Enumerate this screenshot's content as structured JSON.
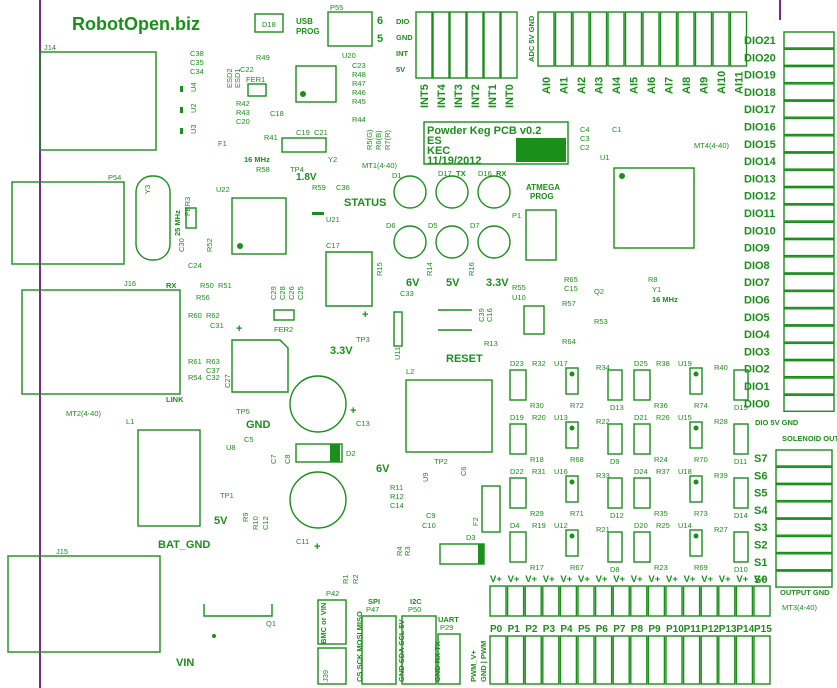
{
  "brand": "RobotOpen.biz",
  "board_title": [
    "Powder Keg PCB v0.2",
    "ES",
    "KEC",
    "11/19/2012"
  ],
  "colors": {
    "trace": "#1a8f1a",
    "edge": "#7a2a8a",
    "background": "#ffffff"
  },
  "dio_left": [
    "DIO21",
    "DIO20",
    "DIO19",
    "DIO18",
    "DIO17",
    "DIO16",
    "DIO15",
    "DIO14",
    "DIO13",
    "DIO12",
    "DIO11",
    "DIO10",
    "DIO9",
    "DIO8",
    "DIO7",
    "DIO6",
    "DIO5",
    "DIO4",
    "DIO3",
    "DIO2",
    "DIO1",
    "DIO0"
  ],
  "dio_footer": "DIO 5V GND",
  "solenoid": {
    "title": "SOLENOID OUTPUTS",
    "outputs": [
      "S7",
      "S6",
      "S5",
      "S4",
      "S3",
      "S2",
      "S1",
      "S0"
    ],
    "footer": "OUTPUT GND"
  },
  "analog": [
    "AI0",
    "AI1",
    "AI2",
    "AI3",
    "AI4",
    "AI5",
    "AI6",
    "AI7",
    "AI8",
    "AI9",
    "AI10",
    "AI11"
  ],
  "adc_header": "ADC 5V GND",
  "interrupts": [
    "INT5",
    "INT4",
    "INT3",
    "INT2",
    "INT1",
    "INT0"
  ],
  "int_header": [
    "DIO",
    "GND",
    "INT",
    "5V"
  ],
  "pwm_vplus": "V+",
  "pwm_ports": [
    "P0",
    "P1",
    "P2",
    "P3",
    "P4",
    "P5",
    "P6",
    "P7",
    "P8",
    "P9",
    "P10",
    "P11",
    "P12",
    "P13",
    "P14",
    "P15"
  ],
  "pwm_side": [
    "PWM_V+",
    "GND | PWM"
  ],
  "headers": {
    "spi": "SPI",
    "spi_ref": "P47",
    "spi_pins": "CS SCK MOSI MISO",
    "i2c": "I2C",
    "i2c_ref": "P50",
    "i2c_pins": "GND SDA SCL 5V",
    "uart": "UART",
    "uart_ref": "P29",
    "uart_pins": "GND RX TX",
    "bmc": "BMC or VIN",
    "bmc_ref": "P42",
    "j39": "J39"
  },
  "labels": {
    "status": "STATUS",
    "reset": "RESET",
    "gnd": "GND",
    "bat_gnd": "BAT_GND",
    "vin": "VIN",
    "v18": "1.8V",
    "v33a": "3.3V",
    "v33b": "3.3V",
    "v6a": "6V",
    "v6b": "6V",
    "v5a": "5V",
    "v5b": "5V",
    "rx": "RX",
    "tx": "TX",
    "link": "LINK",
    "usb_prog": [
      "USB",
      "PROG"
    ],
    "atmega_prog": [
      "ATMEGA",
      "PROG"
    ],
    "mhz16a": "16 MHz",
    "mhz16b": "16 MHz",
    "mhz25": "25 MHz"
  },
  "refs": {
    "J14": "J14",
    "J15": "J15",
    "J16": "J16",
    "P54": "P54",
    "P55": "P55",
    "U20": "U20",
    "U22": "U22",
    "U21": "U21",
    "U1": "U1",
    "U4": "U4",
    "U2": "U2",
    "U3": "U3",
    "D18": "D18",
    "MT4": "MT4(4-40)",
    "MT1": "MT1(4-40)",
    "MT2": "MT2(4-40)",
    "MT3": "MT3(4-40)",
    "L1": "L1",
    "L2": "L2",
    "TP1": "TP1",
    "TP2": "TP2",
    "TP3": "TP3",
    "TP4": "TP4",
    "TP5": "TP5",
    "C13": "C13",
    "C11": "C11",
    "C17": "C17",
    "D1": "D1",
    "D2": "D2",
    "D3": "D3",
    "D5": "D5",
    "D6": "D6",
    "D7": "D7",
    "D16": "D16",
    "D17": "D17",
    "Q1": "Q1",
    "Q2": "Q2",
    "Y1": "Y1",
    "Y2": "Y2",
    "Y3": "Y3",
    "F1": "F1",
    "F2": "F2",
    "FER1": "FER1",
    "FER2": "FER2",
    "FER3": "FER3",
    "U8": "U8",
    "U9": "U9",
    "U10": "U10",
    "U11": "U11",
    "P1": "P1",
    "R8": "R8",
    "R13": "R13",
    "R15": "R15",
    "R14": "R14",
    "R16": "R16",
    "R44": "R44",
    "R49": "R49",
    "R41": "R41",
    "R58": "R58",
    "R59": "R59",
    "C36": "C36",
    "C24": "C24",
    "C30": "C30",
    "R52": "R52",
    "R50": "R50",
    "R51": "R51",
    "R56": "R56",
    "R60": "R60",
    "R62": "R62",
    "C31": "C31",
    "R61": "R61",
    "R63": "R63",
    "C37": "C37",
    "R54": "R54",
    "C32": "C32",
    "C27": "C27",
    "C33": "C33",
    "R55": "R55",
    "R65": "R65",
    "C15": "C15",
    "R57": "R57",
    "R53": "R53",
    "R64": "R64",
    "C39": "C39",
    "C16": "C16",
    "R11": "R11",
    "R12": "R12",
    "C14": "C14",
    "C6": "C6",
    "C9": "C9",
    "C10": "C10",
    "R9": "R9",
    "R10": "R10",
    "C12": "C12",
    "C5": "C5",
    "C7": "C7",
    "C8": "C8",
    "R4": "R4",
    "R3": "R3",
    "R1": "R1",
    "R2": "R2",
    "C4": "C4",
    "C3": "C3",
    "C2": "C2",
    "C1": "C1",
    "C38": "C38",
    "C35": "C35",
    "C34": "C34",
    "C23": "C23",
    "R48": "R48",
    "R47": "R47",
    "R46": "R46",
    "R45": "R45",
    "C22": "C22",
    "ESD2": "ESD2",
    "ESD1": "ESD1",
    "R42": "R42",
    "R43": "R43",
    "C20": "C20",
    "C18": "C18",
    "C19": "C19",
    "C21": "C21",
    "R5": "R5(G)",
    "R6": "R6(B)",
    "R7": "R7(R)",
    "C29": "C29",
    "C28": "C28",
    "C26": "C26",
    "C25": "C25"
  },
  "driver_blocks": [
    {
      "d": "D23",
      "r1": "R32",
      "u": "U17",
      "r2": "R30",
      "r3": "R72"
    },
    {
      "d": "D19",
      "r1": "R20",
      "u": "U13",
      "r2": "R18",
      "r3": "R68"
    },
    {
      "d": "D22",
      "r1": "R31",
      "u": "U16",
      "r2": "R29",
      "r3": "R71"
    },
    {
      "d": "D4",
      "r1": "R19",
      "u": "U12",
      "r2": "R17",
      "r3": "R67"
    },
    {
      "d": "D25",
      "r1": "R38",
      "u": "U19",
      "r2": "R36",
      "r3": "R74",
      "d2": "D13",
      "r4": "R34"
    },
    {
      "d": "D21",
      "r1": "R26",
      "u": "U15",
      "r2": "R24",
      "r3": "R70",
      "d2": "D9",
      "r4": "R22"
    },
    {
      "d": "D24",
      "r1": "R37",
      "u": "U18",
      "r2": "R35",
      "r3": "R73",
      "d2": "D12",
      "r4": "R33"
    },
    {
      "d": "D20",
      "r1": "R25",
      "u": "U14",
      "r2": "R23",
      "r3": "R69",
      "d2": "D8",
      "r4": "R21"
    }
  ],
  "far_right_blocks": [
    {
      "r": "R40",
      "d": "D15"
    },
    {
      "r": "R28",
      "d": "D11"
    },
    {
      "r": "R39",
      "d": "D14"
    },
    {
      "r": "R27",
      "d": "D10"
    }
  ]
}
